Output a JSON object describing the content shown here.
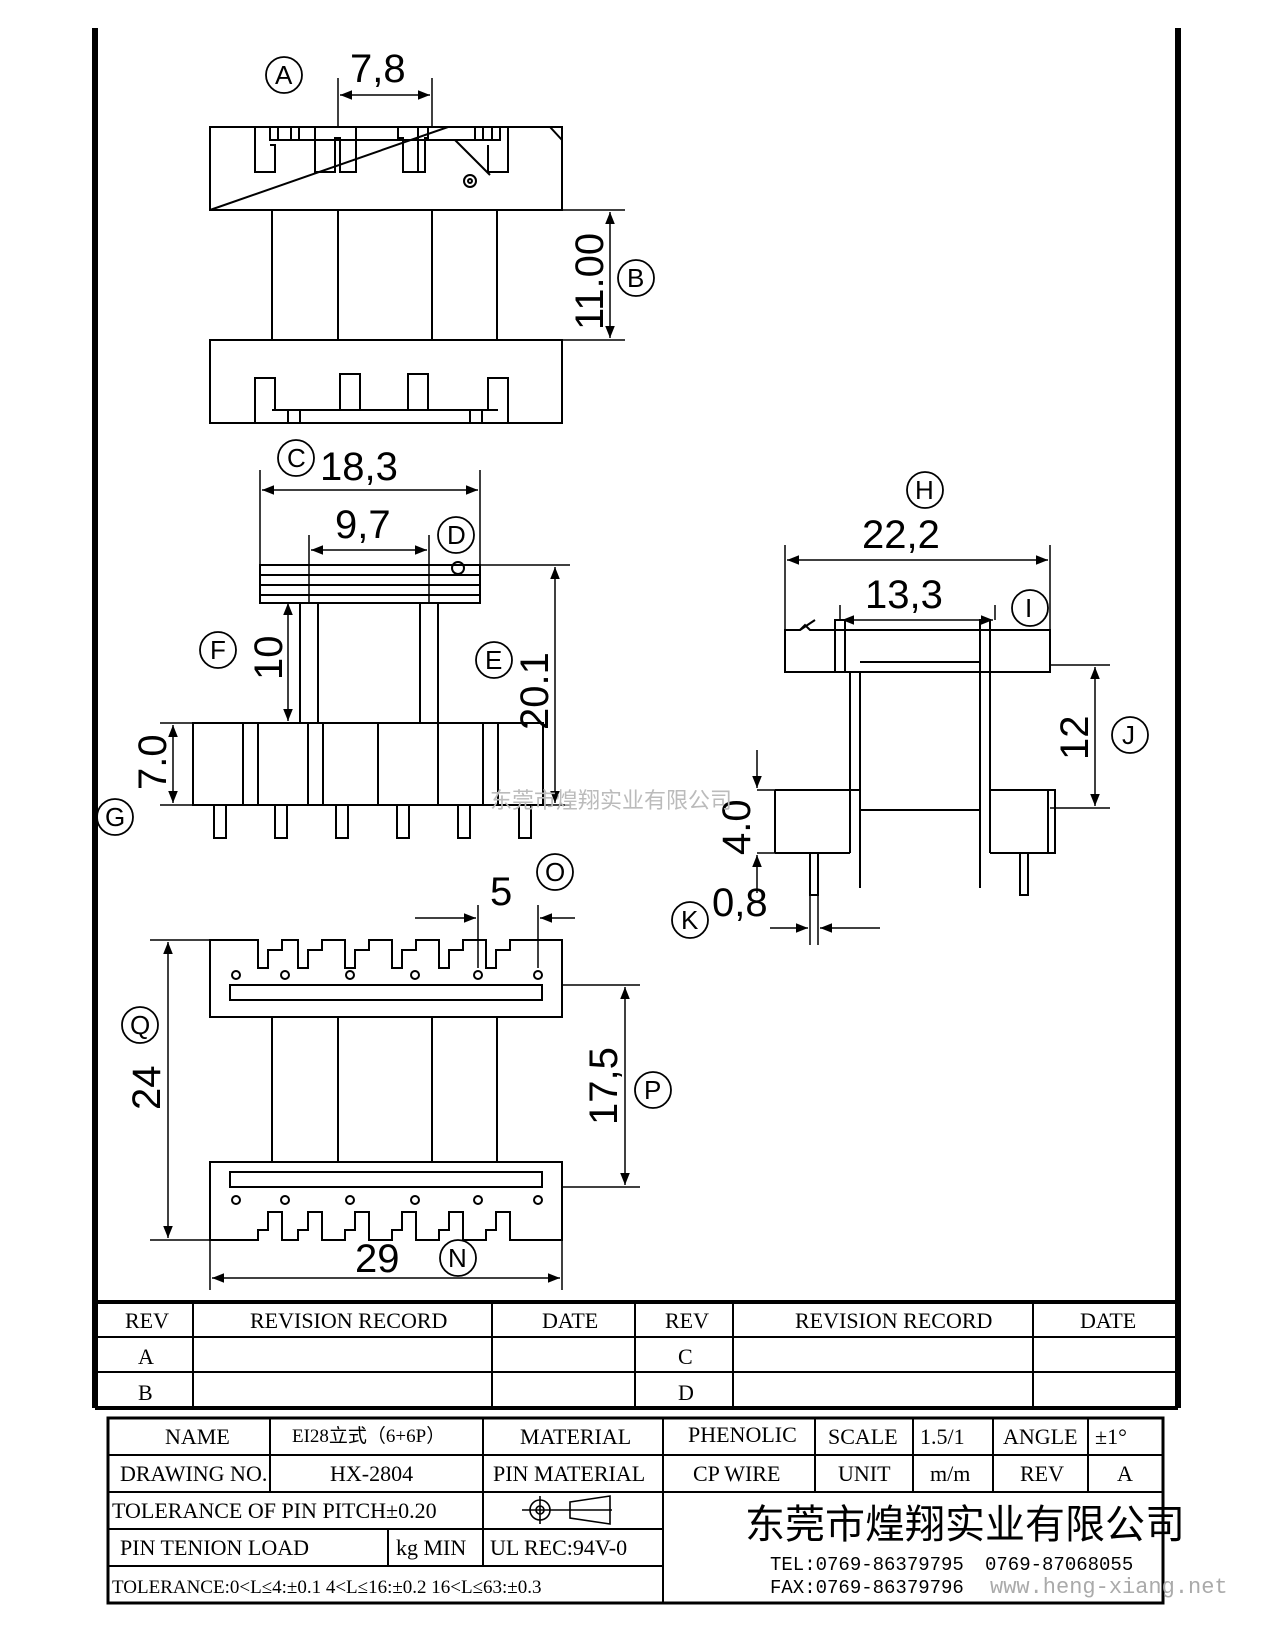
{
  "drawing": {
    "dimensions": {
      "a": "7,8",
      "b": "11.00",
      "c": "18,3",
      "d": "9,7",
      "e": "20.1",
      "f": "10",
      "g": "7.0",
      "h": "22,2",
      "i": "13,3",
      "j": "12",
      "k_height": "4.0",
      "k": "0,8",
      "o": "5",
      "p": "17,5",
      "q": "24",
      "n": "29"
    },
    "letters": {
      "a": "A",
      "b": "B",
      "c": "C",
      "d": "D",
      "e": "E",
      "f": "F",
      "g": "G",
      "h": "H",
      "i": "I",
      "j": "J",
      "k": "K",
      "n": "N",
      "o": "O",
      "p": "P",
      "q": "Q"
    },
    "watermark_center": "东莞市煌翔实业有限公司"
  },
  "revision_table": {
    "headers": [
      "REV",
      "REVISION RECORD",
      "DATE",
      "REV",
      "REVISION RECORD",
      "DATE"
    ],
    "rows": [
      {
        "rev_left": "A",
        "rev_right": "C"
      },
      {
        "rev_left": "B",
        "rev_right": "D"
      }
    ]
  },
  "title_block": {
    "name_label": "NAME",
    "name_value": "EI28立式（6+6P）",
    "material_label": "MATERIAL",
    "material_value": "PHENOLIC",
    "scale_label": "SCALE",
    "scale_value": "1.5/1",
    "angle_label": "ANGLE",
    "angle_value": "±1°",
    "drawing_no_label": "DRAWING NO.",
    "drawing_no_value": "HX-2804",
    "pin_material_label": "PIN MATERIAL",
    "pin_material_value": "CP WIRE",
    "unit_label": "UNIT",
    "unit_value": "m/m",
    "rev_label": "REV",
    "rev_value": "A",
    "tolerance_pitch": "TOLERANCE OF PIN PITCH±0.20",
    "pin_tension": "PIN TENION LOAD",
    "pin_tension_unit": "kg MIN",
    "ul_rec": "UL REC:94V-0",
    "tolerance_line": "TOLERANCE:0<L≤4:±0.1  4<L≤16:±0.2  16<L≤63:±0.3",
    "company": "东莞市煌翔实业有限公司",
    "tel": "TEL:0769-86379795",
    "tel2": "0769-87068055",
    "fax": "FAX:0769-86379796",
    "website": "www.heng-xiang.net"
  }
}
